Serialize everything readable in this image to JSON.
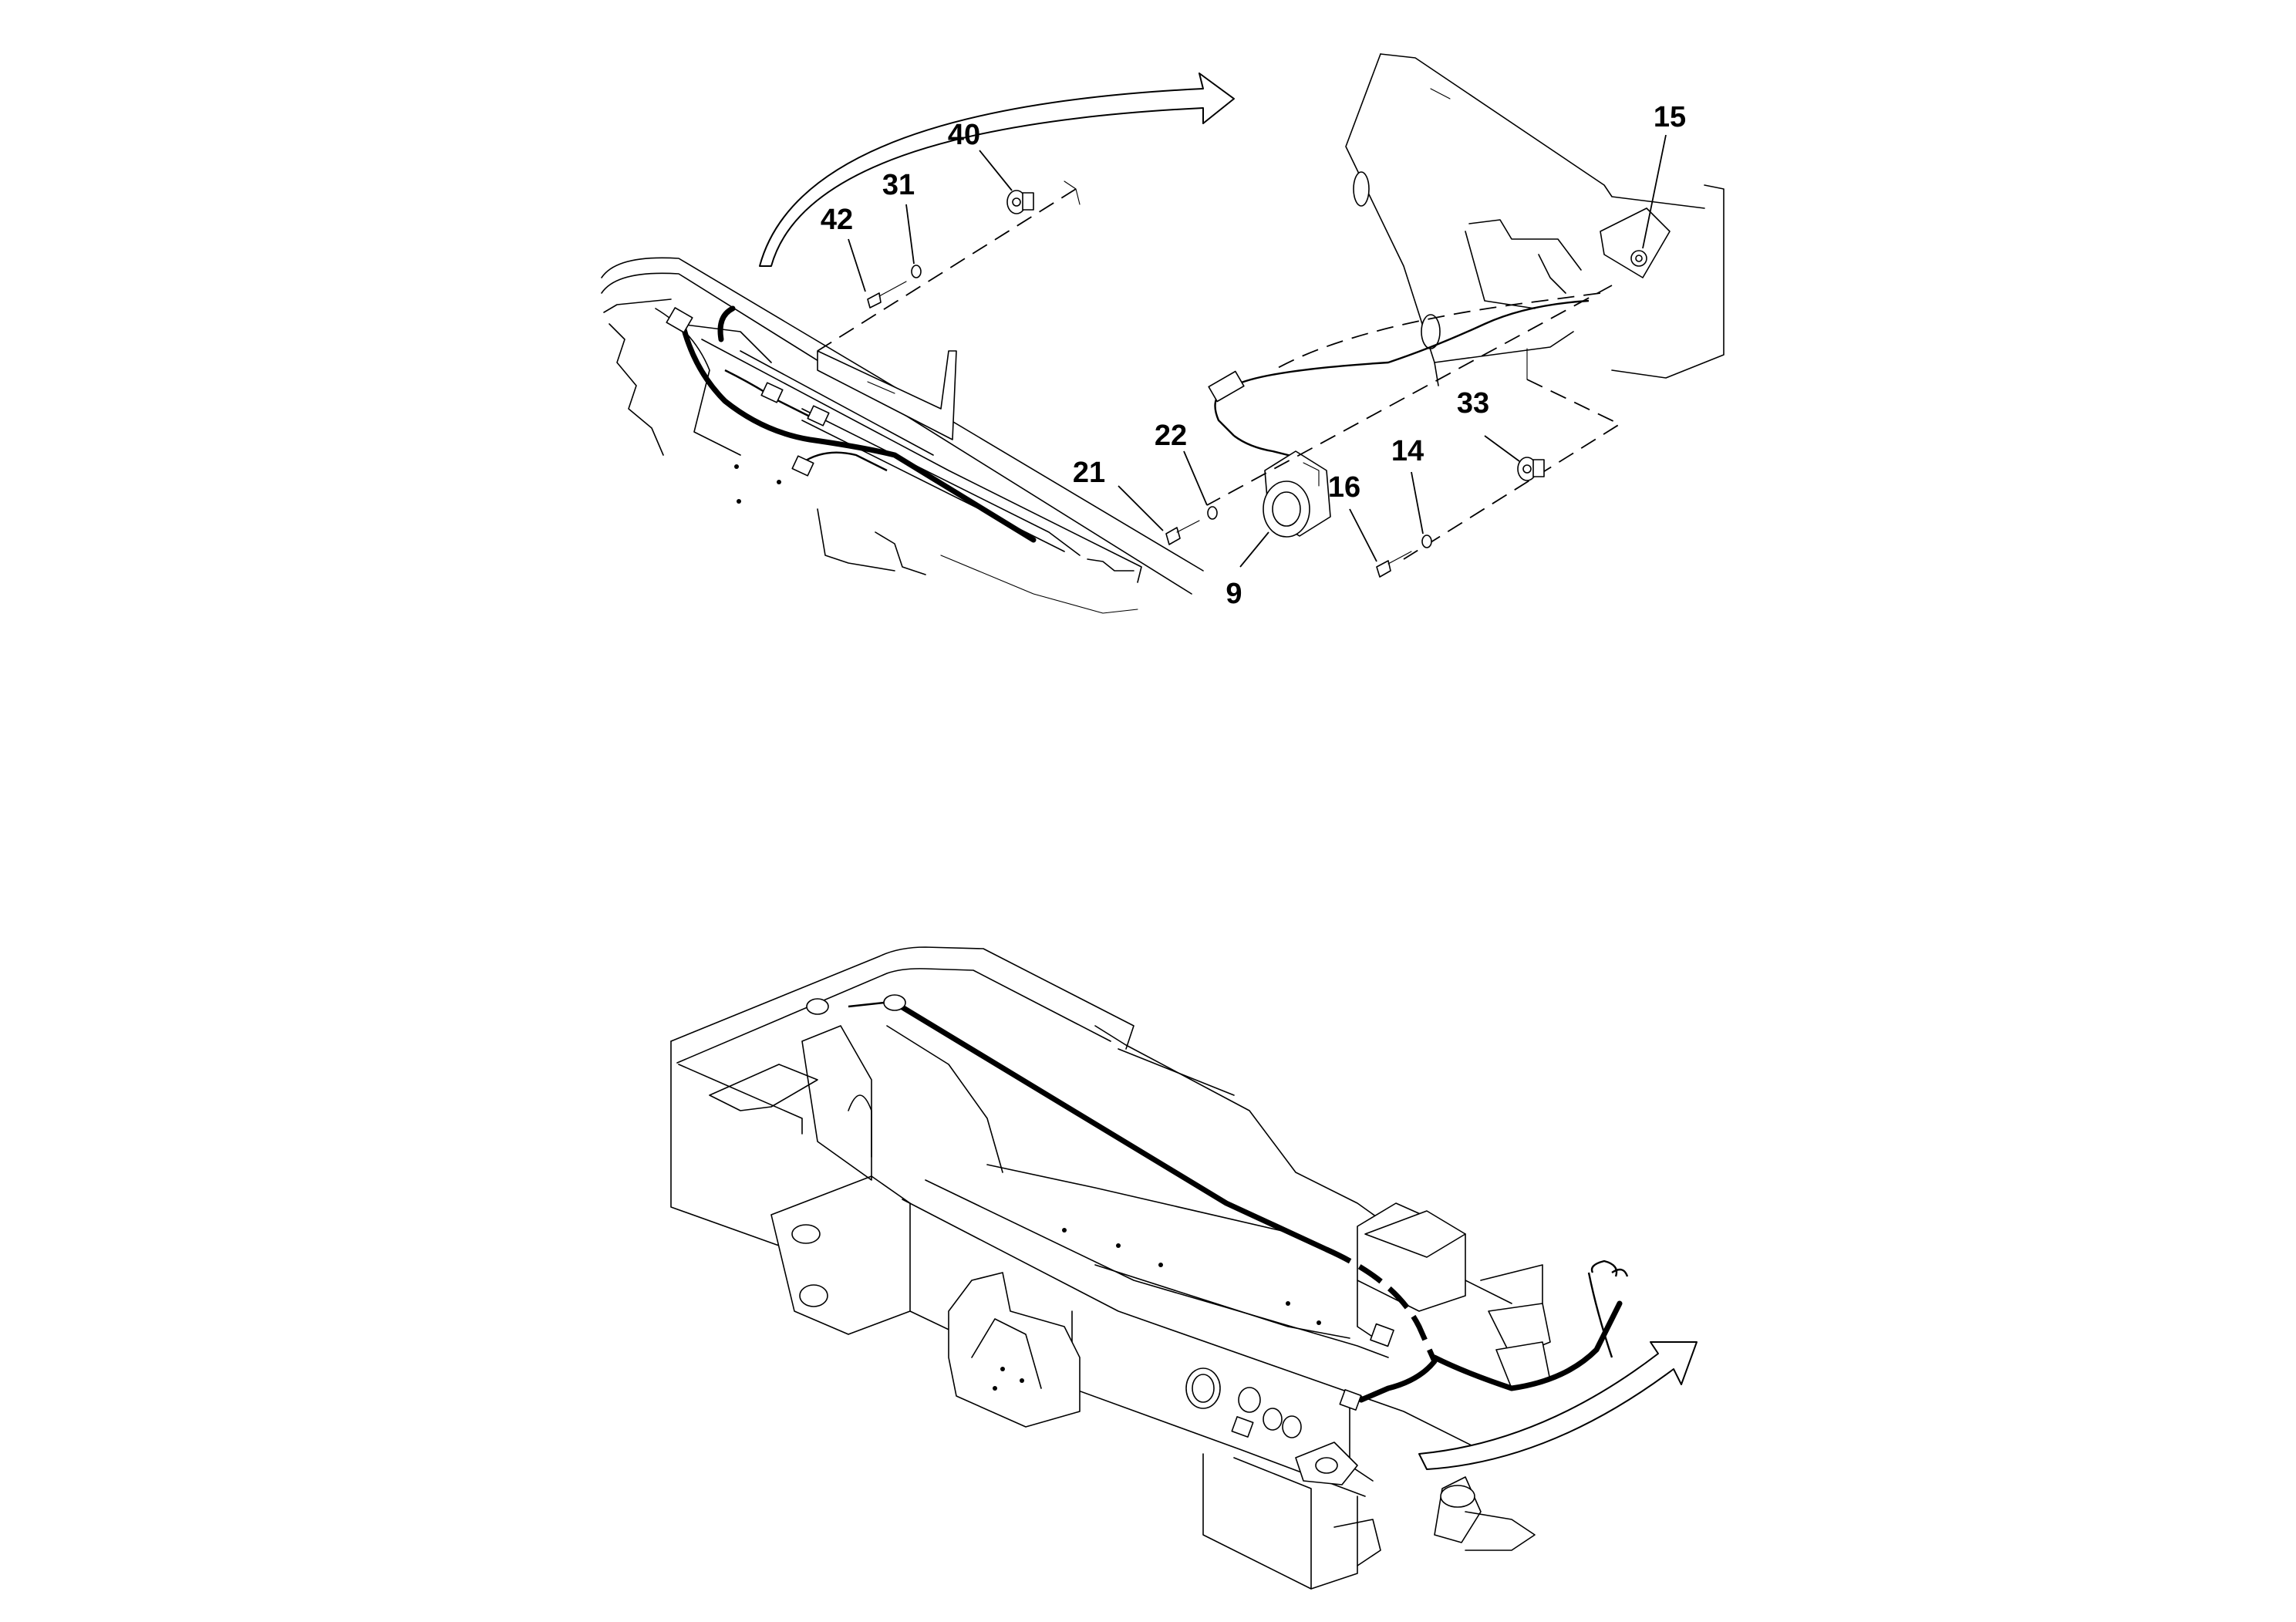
{
  "figure": {
    "upper_detail": {
      "callouts": [
        "40",
        "31",
        "42",
        "15",
        "22",
        "21",
        "33",
        "14",
        "16",
        "9"
      ]
    },
    "lower_assembly": {}
  }
}
